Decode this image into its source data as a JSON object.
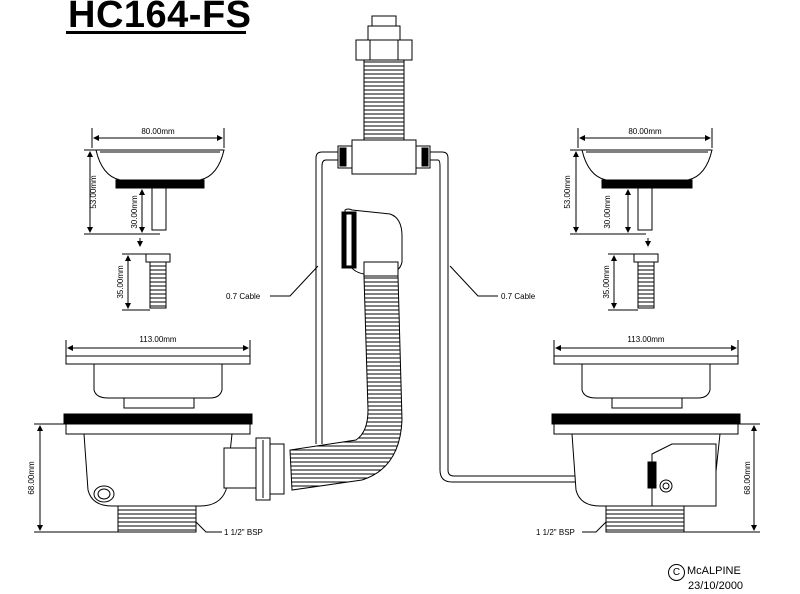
{
  "title": "HC164-FS",
  "dimensions": {
    "basket_width_left": "80.00mm",
    "basket_width_right": "80.00mm",
    "basket_height_left": "53.00mm",
    "basket_height_right": "53.00mm",
    "stem_left": "30.00mm",
    "stem_right": "30.00mm",
    "screw_left": "35.00mm",
    "screw_right": "35.00mm",
    "flange_left": "113.00mm",
    "flange_right": "113.00mm",
    "body_left": "68.00mm",
    "body_right": "68.00mm"
  },
  "labels": {
    "cable_left": "0.7 Cable",
    "cable_right": "0.7 Cable",
    "bsp_left": "1 1/2\" BSP",
    "bsp_right": "1 1/2\" BSP"
  },
  "copyright": {
    "symbol": "C",
    "company": "McALPINE",
    "date": "23/10/2000"
  }
}
